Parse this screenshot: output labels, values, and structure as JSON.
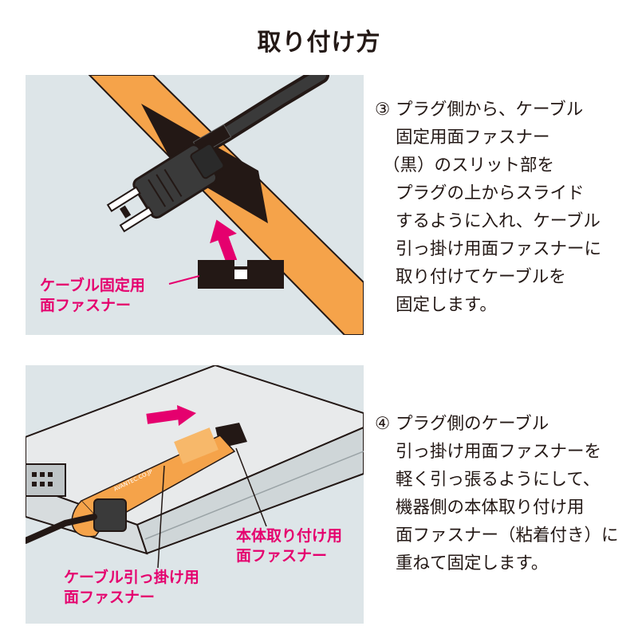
{
  "title": "取り付け方",
  "colors": {
    "accent": "#e5006e",
    "strap": "#f5a34a",
    "panel_bg": "#dde5e8",
    "text": "#231815"
  },
  "step3": {
    "number": "③",
    "lines": [
      "プラグ側から、ケーブル",
      "固定用面ファスナー",
      "（黒）のスリット部を",
      "プラグの上からスライド",
      "するように入れ、ケーブル",
      "引っ掛け用面ファスナーに",
      "取り付けてケーブルを",
      "固定します。"
    ]
  },
  "step4": {
    "number": "④",
    "lines": [
      "プラグ側のケーブル",
      "引っ掛け用面ファスナーを",
      "軽く引っ張るようにして、",
      "機器側の本体取り付け用",
      "面ファスナー（粘着付き）に",
      "重ねて固定します。"
    ]
  },
  "callouts": {
    "cable_fixing": [
      "ケーブル固定用",
      "面ファスナー"
    ],
    "body_mount": [
      "本体取り付け用",
      "面ファスナー"
    ],
    "cable_hook": [
      "ケーブル引っ掛け用",
      "面ファスナー"
    ]
  },
  "strap_print": "AVANTEC.CO.JP"
}
